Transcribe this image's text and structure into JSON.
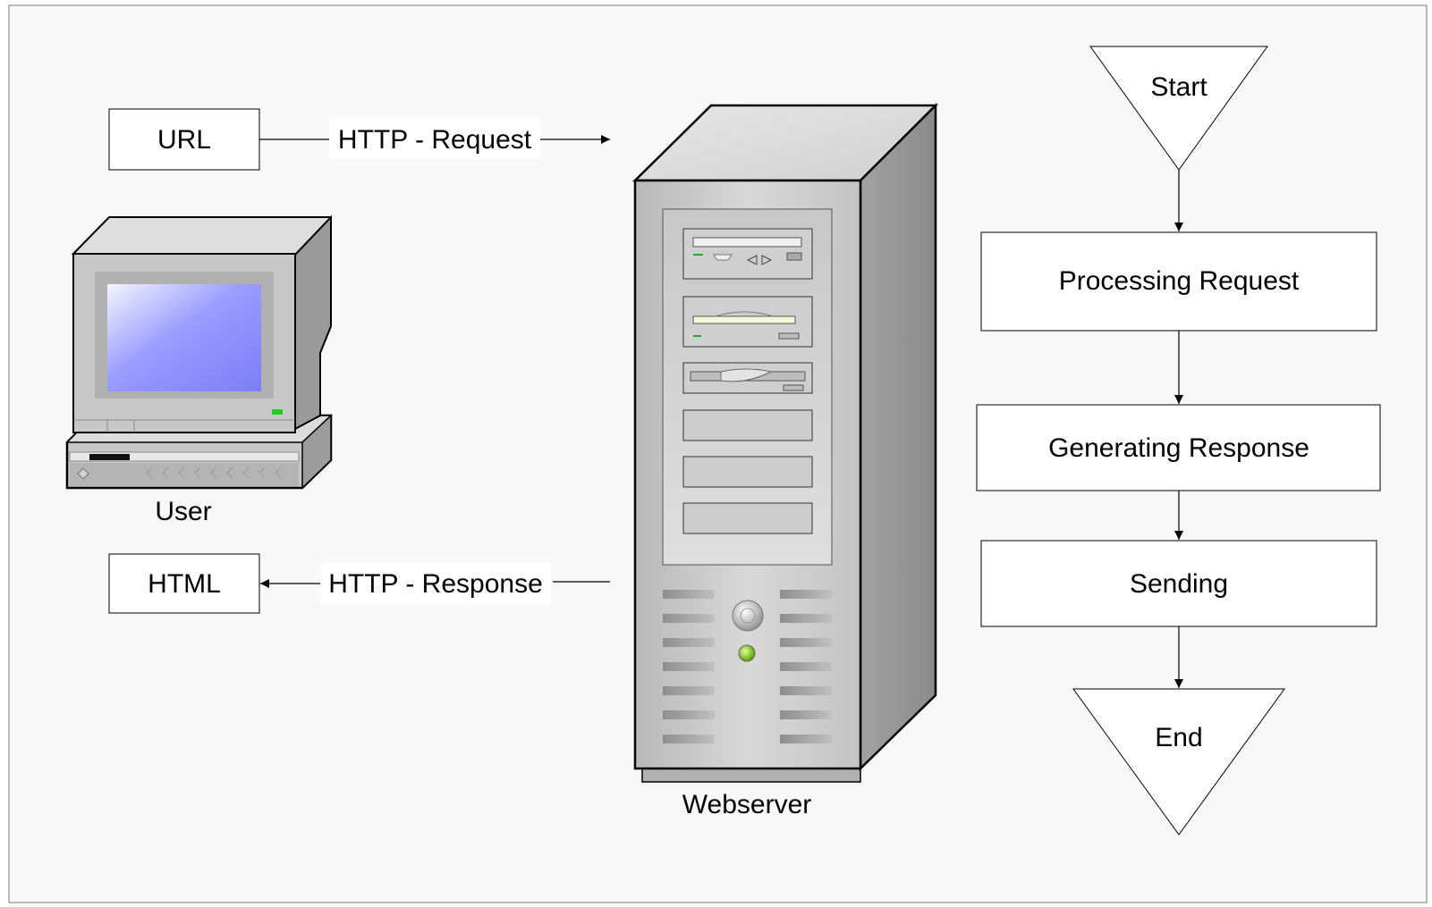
{
  "labels": {
    "url": "URL",
    "html": "HTML",
    "request": "HTTP - Request",
    "response": "HTTP - Response",
    "user": "User",
    "webserver": "Webserver"
  },
  "flow": {
    "start": "Start",
    "processing": "Processing Request",
    "generating": "Generating Response",
    "sending": "Sending",
    "end": "End"
  },
  "colors": {
    "background": "#f8f8f8",
    "box_fill": "#ffffff",
    "stroke": "#000000",
    "screen": "#8a8cf8",
    "led": "#22cc22"
  }
}
